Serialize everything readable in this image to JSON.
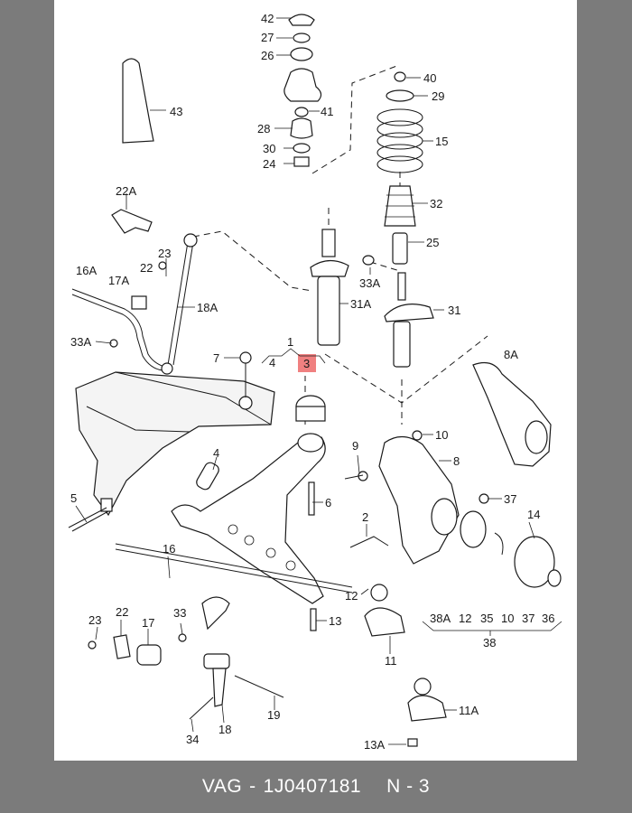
{
  "footer": {
    "brand": "VAG",
    "separator": "-",
    "part_number": "1J0407181",
    "diagram_ref": "N - 3"
  },
  "highlight_color": "#f08080",
  "labels": {
    "p42": "42",
    "p27": "27",
    "p26": "26",
    "p40": "40",
    "p29": "29",
    "p41": "41",
    "p28": "28",
    "p15": "15",
    "p30": "30",
    "p24": "24",
    "p43": "43",
    "p22A": "22A",
    "p32": "32",
    "p23a": "23",
    "p25": "25",
    "p16A": "16A",
    "p22a": "22",
    "p17A": "17A",
    "p33Aa": "33A",
    "p18A": "18A",
    "p31A": "31A",
    "p31": "31",
    "p33Ab": "33A",
    "p1": "1",
    "p7": "7",
    "p4a": "4",
    "p3": "3",
    "p8A": "8A",
    "p10": "10",
    "p9": "9",
    "p8": "8",
    "p4b": "4",
    "p5": "5",
    "p6": "6",
    "p37a": "37",
    "p2": "2",
    "p14": "14",
    "p16": "16",
    "p12a": "12",
    "p13": "13",
    "p38A": "38A",
    "p12b": "12",
    "p35": "35",
    "p10b": "10",
    "p37b": "37",
    "p36": "36",
    "p38": "38",
    "p23b": "23",
    "p22b": "22",
    "p17": "17",
    "p33": "33",
    "p11": "11",
    "p11A": "11A",
    "p19": "19",
    "p18": "18",
    "p34": "34",
    "p13A": "13A"
  }
}
